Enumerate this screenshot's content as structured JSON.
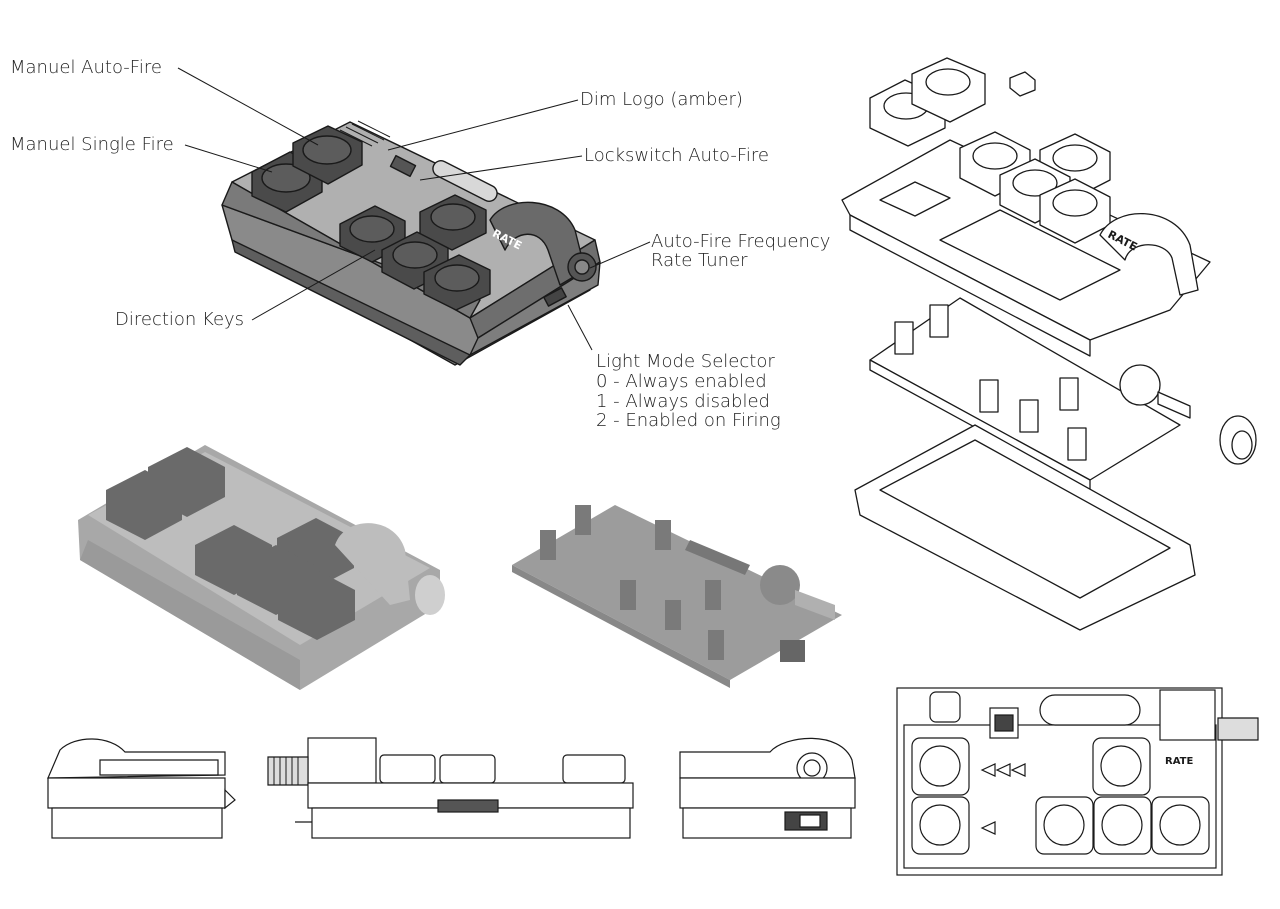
{
  "callouts": {
    "manual_auto_fire": "Manuel Auto-Fire",
    "manual_single_fire": "Manuel Single Fire",
    "dim_logo": "Dim Logo (amber)",
    "lockswitch_auto_fire": "Lockswitch Auto-Fire",
    "rate_tuner_line1": "Auto-Fire Frequency",
    "rate_tuner_line2": "Rate Tuner",
    "direction_keys": "Direction Keys",
    "light_mode_title": "Light Mode Selector",
    "light_mode_options": [
      "0 - Always enabled",
      "1 - Always disabled",
      "2 - Enabled on Firing"
    ]
  },
  "device": {
    "knob_housing_label": "RATE"
  },
  "colors": {
    "line": "#1a1a1a",
    "case_dark": "#6b6b6b",
    "case_mid": "#9a9a9a",
    "key_dark": "#4a4a4a",
    "case_grey": "#8f8f8f",
    "key_grey": "#6a6a6a",
    "pcb_grey": "#8a8a8a"
  }
}
